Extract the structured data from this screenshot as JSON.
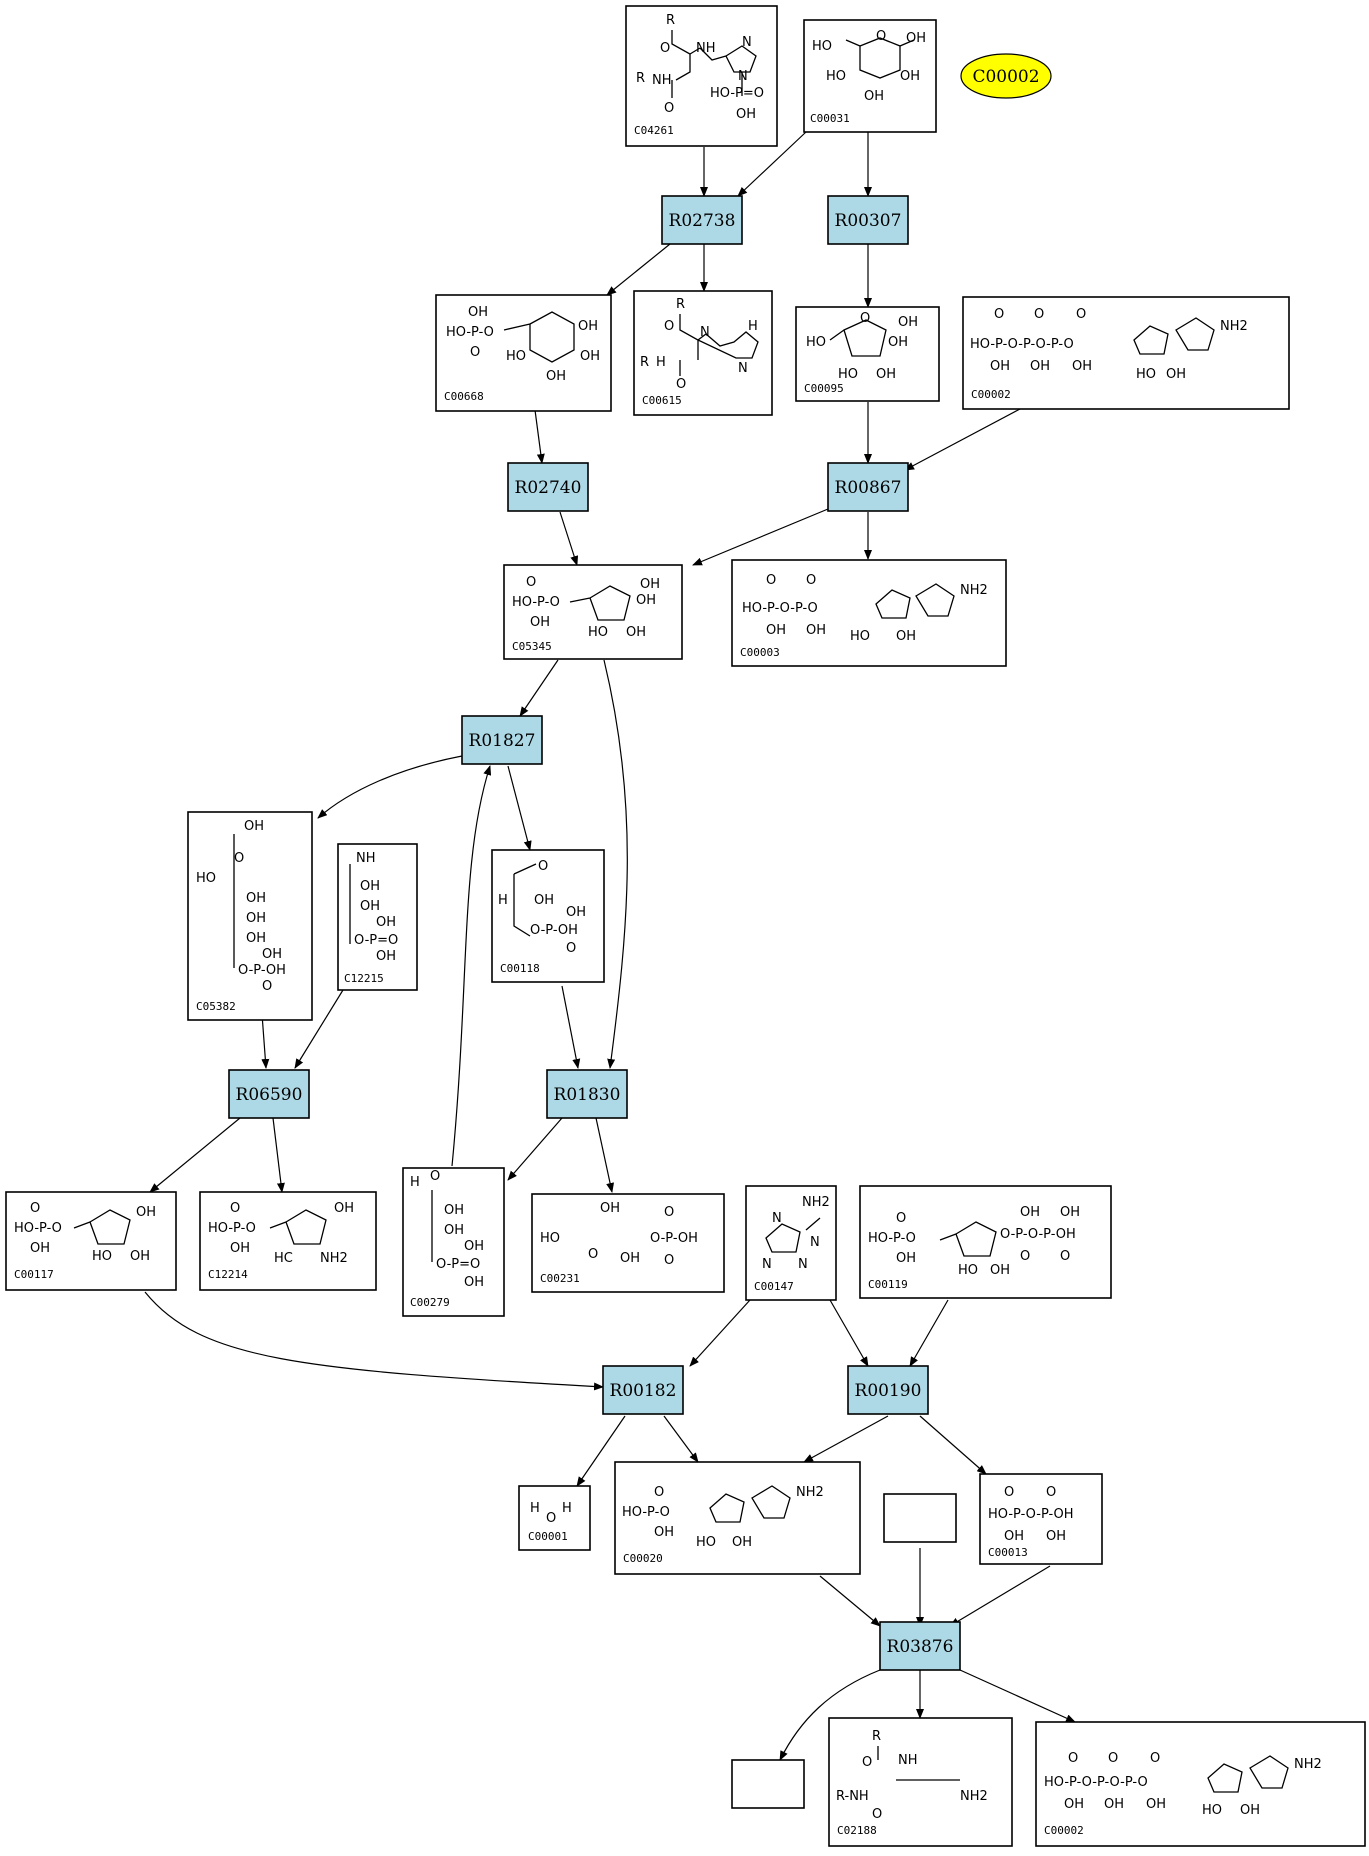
{
  "reactions": [
    "R02738",
    "R00307",
    "R02740",
    "R00867",
    "R01827",
    "R06590",
    "R01830",
    "R00182",
    "R00190",
    "R03876"
  ],
  "compounds": [
    "C04261",
    "C00031",
    "C00668",
    "C00615",
    "C00095",
    "C00002",
    "C05345",
    "C00003",
    "C05382",
    "C12215",
    "C00118",
    "C00117",
    "C12214",
    "C00279",
    "C00231",
    "C00147",
    "C00119",
    "C00001",
    "C00020",
    "C00013",
    "C02188",
    "C00002"
  ],
  "highlight": {
    "label": "C00002",
    "color": "#ffff00"
  },
  "colors": {
    "reaction_fill": "#add8e6"
  }
}
